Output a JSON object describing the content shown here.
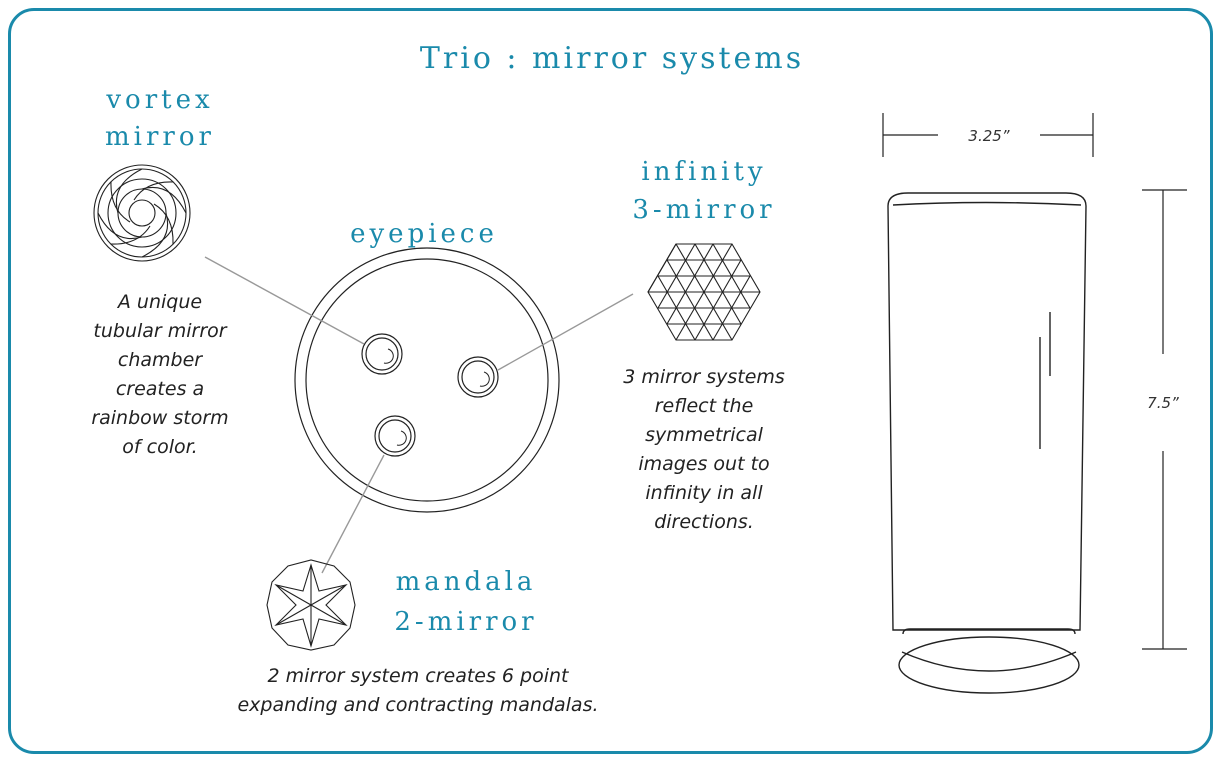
{
  "title": "Trio : mirror systems",
  "vortex": {
    "heading_1": "vortex",
    "heading_2": "mirror",
    "desc_lines": [
      "A unique",
      "tubular mirror",
      "chamber",
      "creates a",
      "rainbow storm",
      "of color."
    ]
  },
  "eyepiece": {
    "heading": "eyepiece"
  },
  "infinity": {
    "heading_1": "infinity",
    "heading_2": "3-mirror",
    "desc_lines": [
      "3 mirror systems",
      "reflect the",
      "symmetrical",
      "images out to",
      "infinity in all",
      "directions."
    ]
  },
  "mandala": {
    "heading_1": "mandala",
    "heading_2": "2-mirror",
    "desc_lines": [
      "2 mirror system creates 6 point",
      "expanding and contracting mandalas."
    ]
  },
  "dimensions": {
    "width": "3.25”",
    "height": "7.5”"
  },
  "colors": {
    "accent": "#1a8aab",
    "line": "#222222",
    "leader": "#999999"
  }
}
